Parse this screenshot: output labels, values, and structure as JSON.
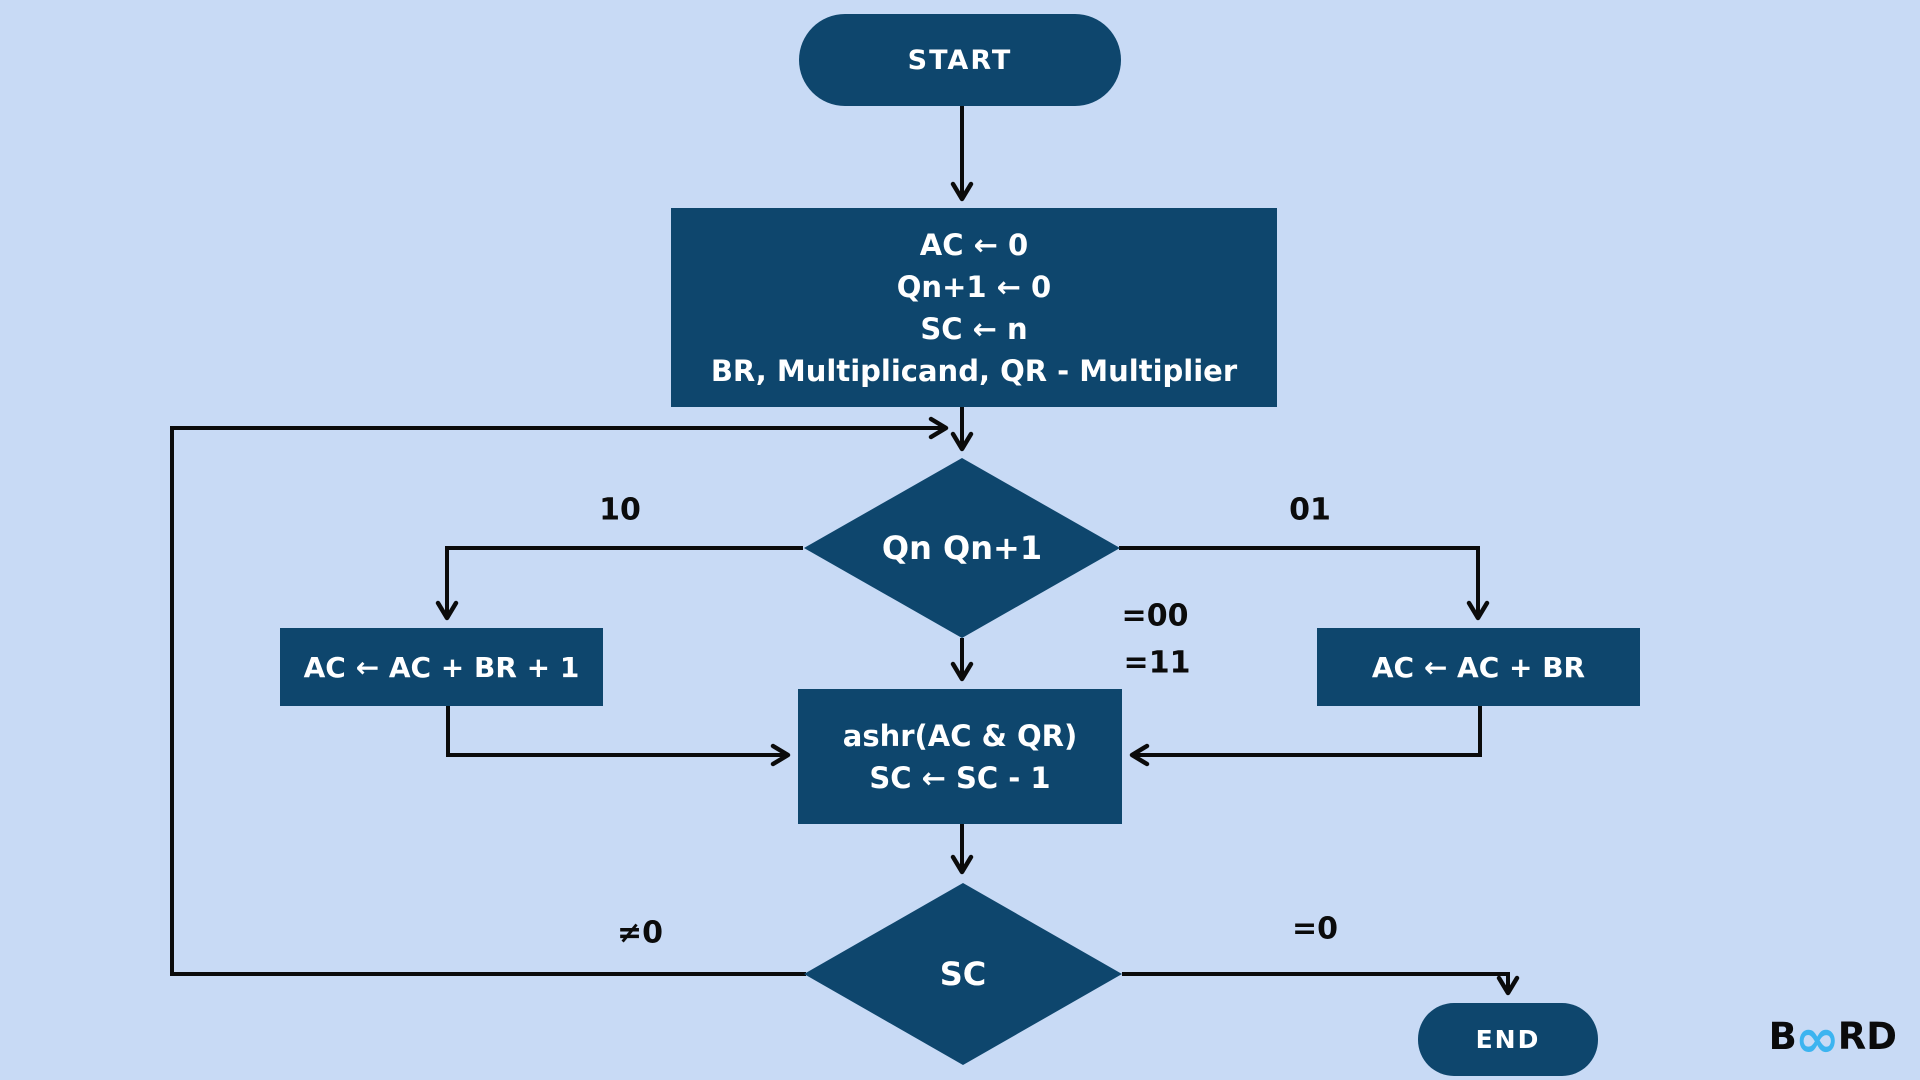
{
  "colors": {
    "background": "#c8daf5",
    "node_fill": "#0e466d",
    "node_text": "#ffffff",
    "connector": "#0b0b0b",
    "logo_accent": "#3cb4f0"
  },
  "nodes": {
    "start": {
      "label": "START"
    },
    "init": {
      "lines": [
        "AC ← 0",
        "Qn+1 ← 0",
        "SC ← n",
        "BR, Multiplicand, QR - Multiplier"
      ]
    },
    "decision_q": {
      "label": "Qn Qn+1"
    },
    "add_complement": {
      "label": "AC ← AC + BR + 1"
    },
    "add_br": {
      "label": "AC ← AC + BR"
    },
    "shift": {
      "lines": [
        "ashr(AC & QR)",
        "SC ← SC - 1"
      ]
    },
    "decision_sc": {
      "label": "SC"
    },
    "end": {
      "label": "END"
    }
  },
  "edge_labels": {
    "ten": "10",
    "zero_one": "01",
    "eq00": "=00",
    "eq11": "=11",
    "ne0": "≠0",
    "eq0": "=0"
  },
  "logo": {
    "prefix": "B",
    "infinity": "∞",
    "suffix": "RD"
  }
}
